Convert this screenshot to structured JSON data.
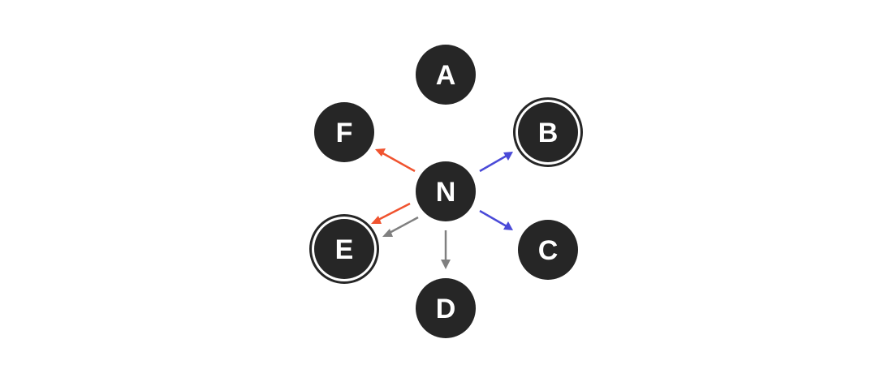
{
  "colors": {
    "node_fill": "#262626",
    "node_text": "#ffffff",
    "red": "#f0532f",
    "blue": "#4a4ad8",
    "gray": "#808080",
    "background": "#ffffff"
  },
  "nodes": [
    {
      "id": "A",
      "label": "A",
      "double_border": false
    },
    {
      "id": "B",
      "label": "B",
      "double_border": true
    },
    {
      "id": "C",
      "label": "C",
      "double_border": false
    },
    {
      "id": "D",
      "label": "D",
      "double_border": false
    },
    {
      "id": "E",
      "label": "E",
      "double_border": true
    },
    {
      "id": "F",
      "label": "F",
      "double_border": false
    },
    {
      "id": "N",
      "label": "N",
      "double_border": false
    }
  ],
  "edges": [
    {
      "from": "N",
      "to": "F",
      "color": "red"
    },
    {
      "from": "N",
      "to": "E",
      "color": "red"
    },
    {
      "from": "N",
      "to": "E",
      "color": "gray"
    },
    {
      "from": "N",
      "to": "D",
      "color": "gray"
    },
    {
      "from": "N",
      "to": "B",
      "color": "blue"
    },
    {
      "from": "N",
      "to": "C",
      "color": "blue"
    }
  ]
}
